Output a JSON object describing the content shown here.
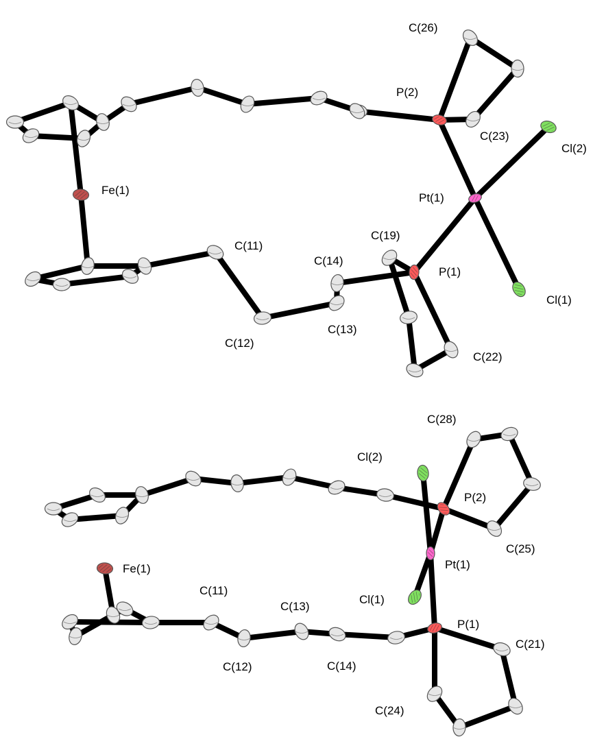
{
  "colors": {
    "carbon": "#e6e6e6",
    "iron": "#c0504d",
    "phosphorus": "#ff5a5a",
    "platinum": "#ff66cc",
    "chlorine": "#80e060",
    "bond": "#000000",
    "outline": "#555555"
  },
  "structures": [
    {
      "id": "top",
      "atoms": [
        {
          "label": "",
          "el": "C"
        },
        {
          "label": "",
          "el": "C"
        },
        {
          "label": "",
          "el": "C"
        },
        {
          "label": "",
          "el": "C"
        },
        {
          "label": "",
          "el": "C"
        },
        {
          "label": "Fe(1)",
          "el": "Fe"
        },
        {
          "label": "",
          "el": "C"
        },
        {
          "label": "",
          "el": "C"
        },
        {
          "label": "",
          "el": "C"
        },
        {
          "label": "",
          "el": "C"
        },
        {
          "label": "",
          "el": "C"
        },
        {
          "label": "",
          "el": "C"
        },
        {
          "label": "",
          "el": "C"
        },
        {
          "label": "",
          "el": "C"
        },
        {
          "label": "",
          "el": "C"
        },
        {
          "label": "P(2)",
          "el": "P"
        },
        {
          "label": "C(26)",
          "el": "C"
        },
        {
          "label": "",
          "el": "C"
        },
        {
          "label": "C(23)",
          "el": "C"
        },
        {
          "label": "Pt(1)",
          "el": "Pt"
        },
        {
          "label": "Cl(2)",
          "el": "Cl"
        },
        {
          "label": "Cl(1)",
          "el": "Cl"
        },
        {
          "label": "P(1)",
          "el": "P"
        },
        {
          "label": "C(19)",
          "el": "C"
        },
        {
          "label": "",
          "el": "C"
        },
        {
          "label": "",
          "el": "C"
        },
        {
          "label": "C(22)",
          "el": "C"
        },
        {
          "label": "C(14)",
          "el": "C"
        },
        {
          "label": "C(13)",
          "el": "C"
        },
        {
          "label": "C(12)",
          "el": "C"
        },
        {
          "label": "C(11)",
          "el": "C"
        },
        {
          "label": "",
          "el": "C"
        },
        {
          "label": "",
          "el": "C"
        },
        {
          "label": "",
          "el": "C"
        },
        {
          "label": "",
          "el": "C"
        },
        {
          "label": "",
          "el": "C"
        }
      ],
      "bonds": [
        [
          0,
          1
        ],
        [
          1,
          2
        ],
        [
          2,
          3
        ],
        [
          3,
          4
        ],
        [
          4,
          0
        ],
        [
          1,
          5
        ],
        [
          2,
          6
        ],
        [
          6,
          7
        ],
        [
          7,
          8
        ],
        [
          8,
          9
        ],
        [
          9,
          10
        ],
        [
          10,
          11
        ],
        [
          11,
          12
        ],
        [
          12,
          13
        ],
        [
          13,
          14
        ],
        [
          14,
          15
        ],
        [
          15,
          16
        ],
        [
          16,
          17
        ],
        [
          17,
          18
        ],
        [
          18,
          15
        ],
        [
          15,
          19
        ],
        [
          19,
          20
        ],
        [
          19,
          21
        ],
        [
          19,
          22
        ],
        [
          22,
          23
        ],
        [
          23,
          24
        ],
        [
          24,
          25
        ],
        [
          25,
          26
        ],
        [
          26,
          22
        ],
        [
          22,
          27
        ],
        [
          27,
          28
        ],
        [
          28,
          29
        ],
        [
          29,
          30
        ],
        [
          30,
          31
        ],
        [
          31,
          32
        ],
        [
          32,
          33
        ],
        [
          33,
          34
        ],
        [
          34,
          35
        ],
        [
          35,
          31
        ],
        [
          5,
          32
        ]
      ]
    },
    {
      "id": "bottom",
      "atoms": [
        {
          "label": "",
          "el": "C"
        },
        {
          "label": "",
          "el": "C"
        },
        {
          "label": "",
          "el": "C"
        },
        {
          "label": "",
          "el": "C"
        },
        {
          "label": "",
          "el": "C"
        },
        {
          "label": "Fe(1)",
          "el": "Fe"
        },
        {
          "label": "",
          "el": "C"
        },
        {
          "label": "",
          "el": "C"
        },
        {
          "label": "",
          "el": "C"
        },
        {
          "label": "",
          "el": "C"
        },
        {
          "label": "",
          "el": "C"
        },
        {
          "label": "P(2)",
          "el": "P"
        },
        {
          "label": "Cl(2)",
          "el": "Cl"
        },
        {
          "label": "C(28)",
          "el": "C"
        },
        {
          "label": "",
          "el": "C"
        },
        {
          "label": "",
          "el": "C"
        },
        {
          "label": "C(25)",
          "el": "C"
        },
        {
          "label": "Pt(1)",
          "el": "Pt"
        },
        {
          "label": "Cl(1)",
          "el": "Cl"
        },
        {
          "label": "P(1)",
          "el": "P"
        },
        {
          "label": "C(21)",
          "el": "C"
        },
        {
          "label": "",
          "el": "C"
        },
        {
          "label": "",
          "el": "C"
        },
        {
          "label": "C(24)",
          "el": "C"
        },
        {
          "label": "",
          "el": "C"
        },
        {
          "label": "C(14)",
          "el": "C"
        },
        {
          "label": "C(13)",
          "el": "C"
        },
        {
          "label": "C(12)",
          "el": "C"
        },
        {
          "label": "C(11)",
          "el": "C"
        },
        {
          "label": "",
          "el": "C"
        },
        {
          "label": "",
          "el": "C"
        },
        {
          "label": "",
          "el": "C"
        },
        {
          "label": "",
          "el": "C"
        },
        {
          "label": "",
          "el": "C"
        }
      ],
      "bonds": [
        [
          0,
          1
        ],
        [
          1,
          2
        ],
        [
          2,
          3
        ],
        [
          3,
          4
        ],
        [
          4,
          0
        ],
        [
          2,
          6
        ],
        [
          6,
          7
        ],
        [
          7,
          8
        ],
        [
          8,
          9
        ],
        [
          9,
          10
        ],
        [
          10,
          11
        ],
        [
          11,
          13
        ],
        [
          13,
          14
        ],
        [
          14,
          15
        ],
        [
          15,
          16
        ],
        [
          16,
          11
        ],
        [
          11,
          17
        ],
        [
          17,
          12
        ],
        [
          17,
          18
        ],
        [
          17,
          19
        ],
        [
          19,
          20
        ],
        [
          20,
          21
        ],
        [
          21,
          22
        ],
        [
          22,
          23
        ],
        [
          23,
          19
        ],
        [
          19,
          24
        ],
        [
          24,
          25
        ],
        [
          25,
          26
        ],
        [
          26,
          27
        ],
        [
          27,
          28
        ],
        [
          28,
          29
        ],
        [
          29,
          30
        ],
        [
          30,
          31
        ],
        [
          31,
          32
        ],
        [
          32,
          33
        ],
        [
          33,
          29
        ],
        [
          5,
          31
        ]
      ]
    }
  ]
}
